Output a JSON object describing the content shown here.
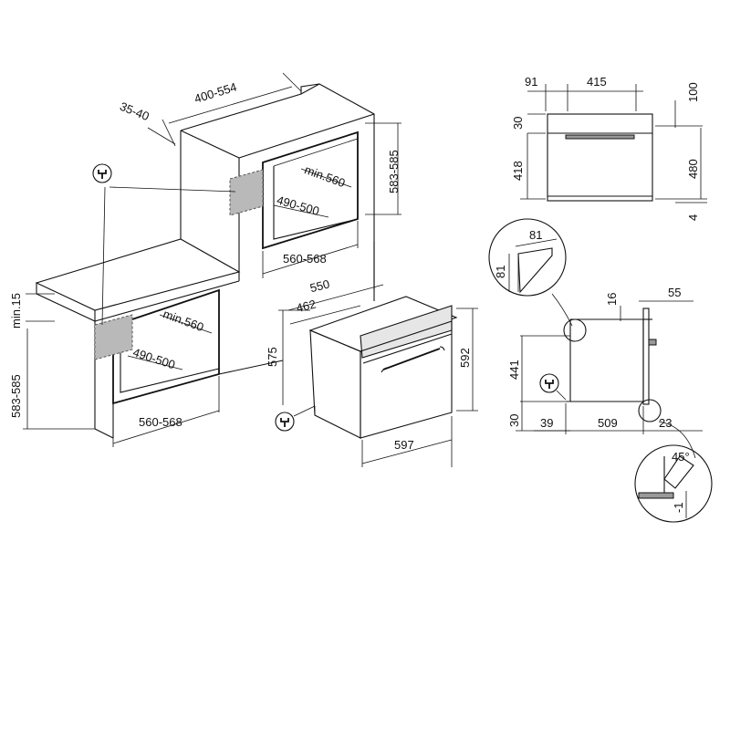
{
  "labels": {
    "upper_depth": "400-554",
    "upper_recess": "35-40",
    "upper_min_depth": "min.560",
    "upper_opening_height": "490-500",
    "upper_opening_width": "560-568",
    "upper_cabinet_height": "583-585",
    "lower_min_gap": "min.15",
    "lower_min_depth": "min.560",
    "lower_opening_height": "490-500",
    "lower_opening_width": "560-568",
    "lower_cabinet_height": "583-585",
    "oven_depth_outer": "550",
    "oven_depth_inner": "462",
    "oven_height_body": "575",
    "oven_height_total": "592",
    "oven_width": "597",
    "front_left": "91",
    "front_top_width": "415",
    "front_right_top": "100",
    "front_panel_height": "30",
    "front_body_height": "418",
    "front_total_height": "480",
    "front_bottom": "4",
    "detail_a_h": "81",
    "detail_a_v": "81",
    "side_top": "16",
    "side_right": "55",
    "side_height": "441",
    "side_bottom": "30",
    "side_left": "39",
    "side_depth": "509",
    "side_door": "23",
    "detail_b_angle": "45°",
    "detail_b_offset": "-1"
  },
  "icons": {
    "plug_a": "plug-icon",
    "plug_b": "plug-icon",
    "plug_c": "plug-icon"
  }
}
